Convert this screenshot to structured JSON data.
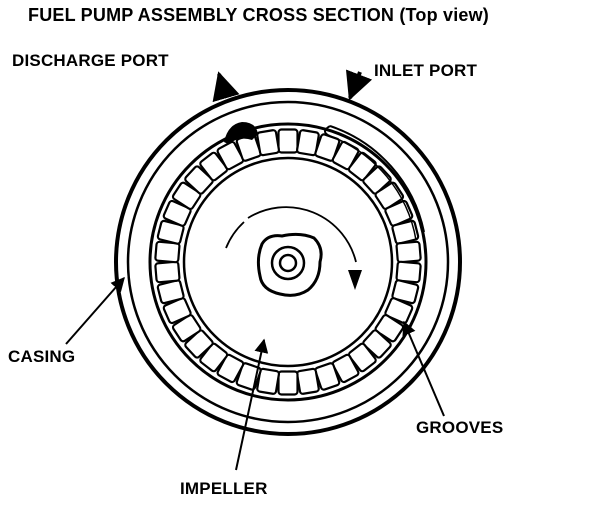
{
  "diagram": {
    "title": "FUEL PUMP ASSEMBLY CROSS SECTION (Top view)",
    "labels": {
      "discharge_port": "DISCHARGE PORT",
      "inlet_port": "INLET PORT",
      "casing": "CASING",
      "grooves": "GROOVES",
      "impeller": "IMPELLER"
    },
    "impeller_groove_count": 38,
    "colors": {
      "ink": "#000000",
      "paper": "#ffffff"
    },
    "icons": [
      "discharge-arrow-icon",
      "inlet-arrow-icon",
      "rotation-arrow-icon"
    ]
  }
}
